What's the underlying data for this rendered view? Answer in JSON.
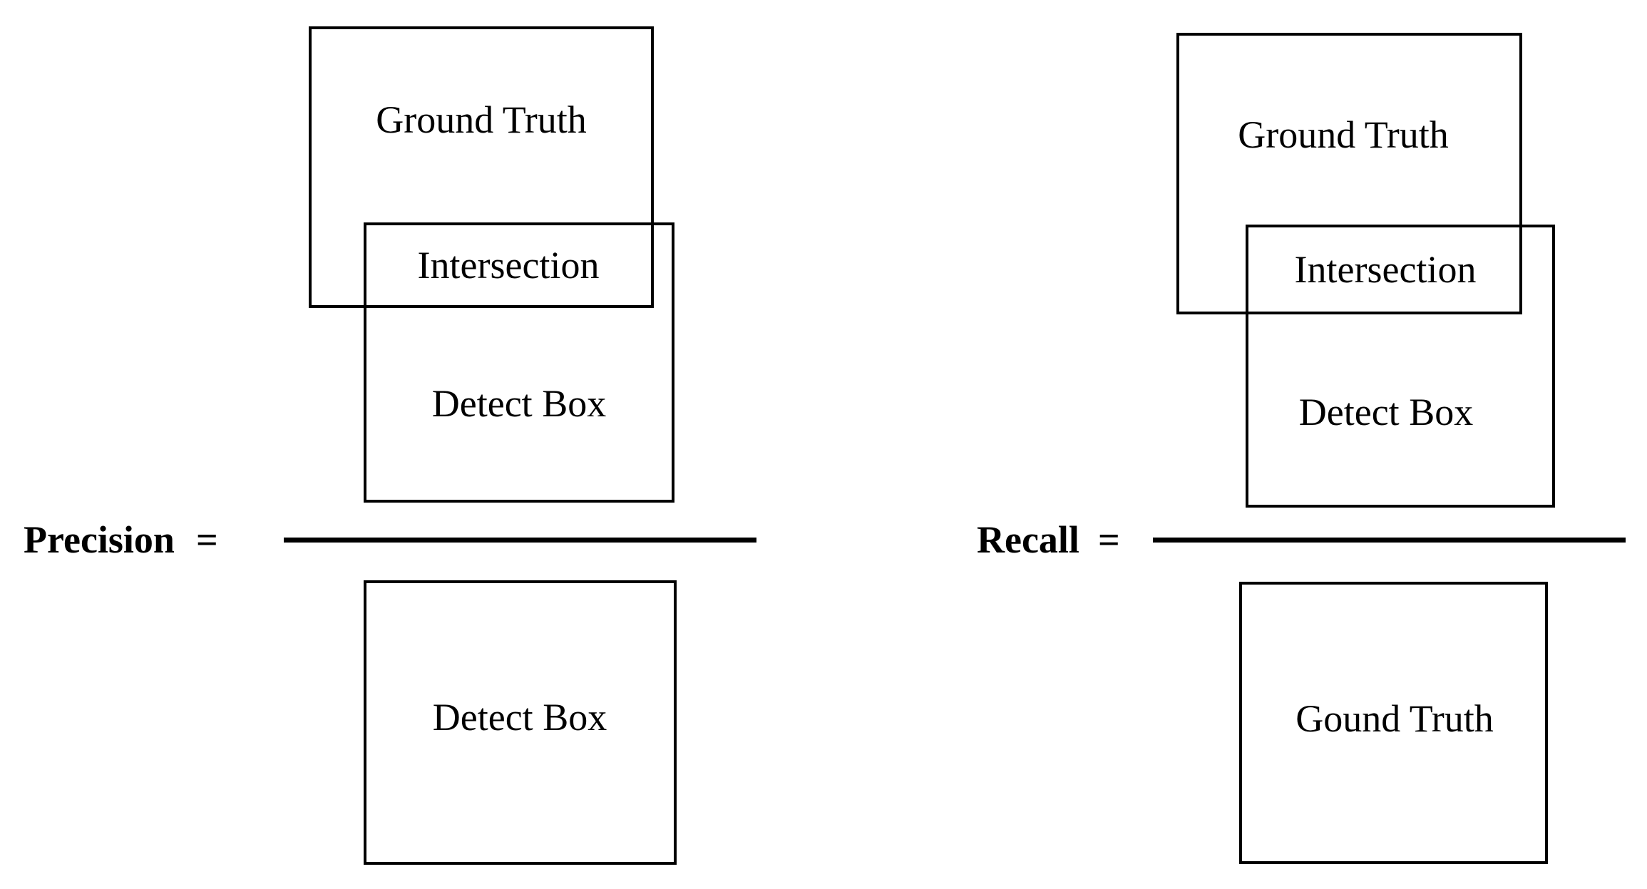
{
  "panels": [
    {
      "id": "precision",
      "formula_label": "Precision",
      "equals_sign": "=",
      "numerator": {
        "ground_truth_label": "Ground Truth",
        "intersection_label": "Intersection",
        "detect_box_label": "Detect Box"
      },
      "denominator_label": "Detect Box"
    },
    {
      "id": "recall",
      "formula_label": "Recall",
      "equals_sign": "=",
      "numerator": {
        "ground_truth_label": "Ground Truth",
        "intersection_label": "Intersection",
        "detect_box_label": "Detect Box"
      },
      "denominator_label": "Gound Truth"
    }
  ],
  "colors": {
    "line": "#000000",
    "text": "#000000",
    "background": "#ffffff"
  }
}
